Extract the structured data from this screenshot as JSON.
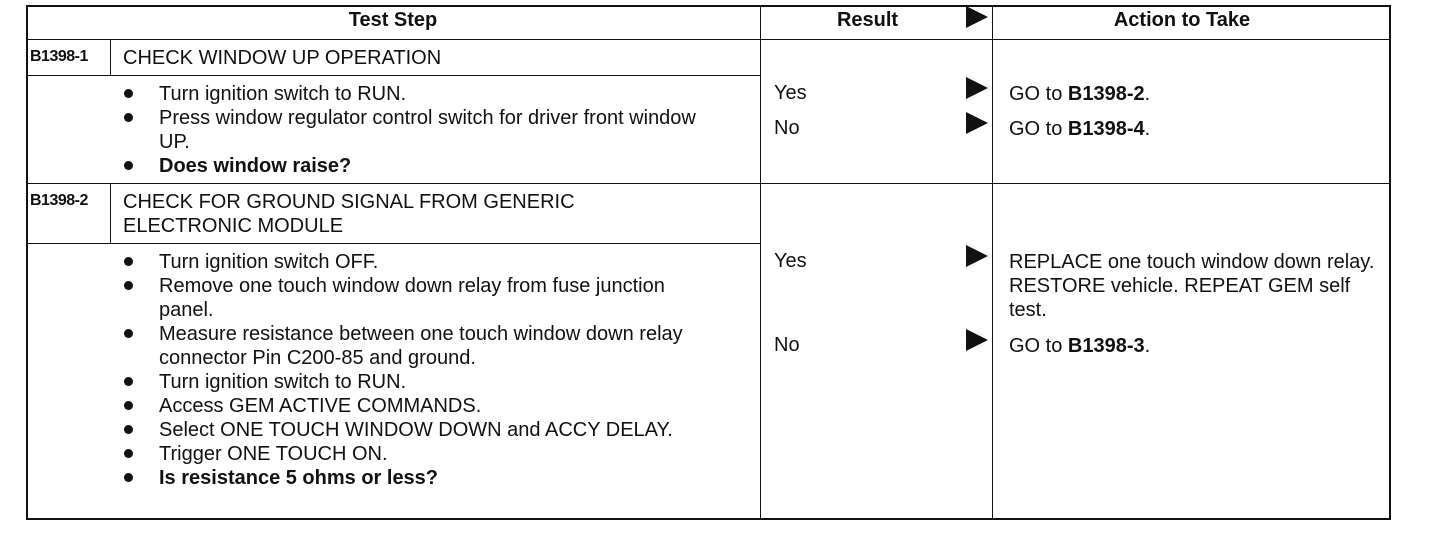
{
  "header": {
    "test_step": "Test Step",
    "result": "Result",
    "action": "Action to Take"
  },
  "steps": [
    {
      "code": "B1398-1",
      "title": "CHECK WINDOW UP OPERATION",
      "bullets": [
        "Turn ignition switch to RUN.",
        "Press window regulator control switch for driver front window UP.",
        "Does window raise?"
      ],
      "results": [
        {
          "result": "Yes",
          "action_prefix": "GO to ",
          "action_ref": "B1398-2",
          "action_suffix": "."
        },
        {
          "result": "No",
          "action_prefix": "GO to ",
          "action_ref": "B1398-4",
          "action_suffix": "."
        }
      ]
    },
    {
      "code": "B1398-2",
      "title": "CHECK FOR GROUND SIGNAL FROM GENERIC ELECTRONIC MODULE",
      "bullets": [
        "Turn ignition switch OFF.",
        "Remove one touch window down relay from fuse junction panel.",
        "Measure resistance between one touch window down relay connector Pin C200-85 and ground.",
        "Turn ignition switch to RUN.",
        "Access GEM ACTIVE COMMANDS.",
        "Select ONE TOUCH WINDOW DOWN and ACCY DELAY.",
        "Trigger ONE TOUCH ON.",
        "Is resistance 5 ohms or less?"
      ],
      "results": [
        {
          "result": "Yes",
          "action_text": "REPLACE one touch window down relay. RESTORE vehicle. REPEAT GEM self test."
        },
        {
          "result": "No",
          "action_prefix": "GO to ",
          "action_ref": "B1398-3",
          "action_suffix": "."
        }
      ]
    }
  ]
}
